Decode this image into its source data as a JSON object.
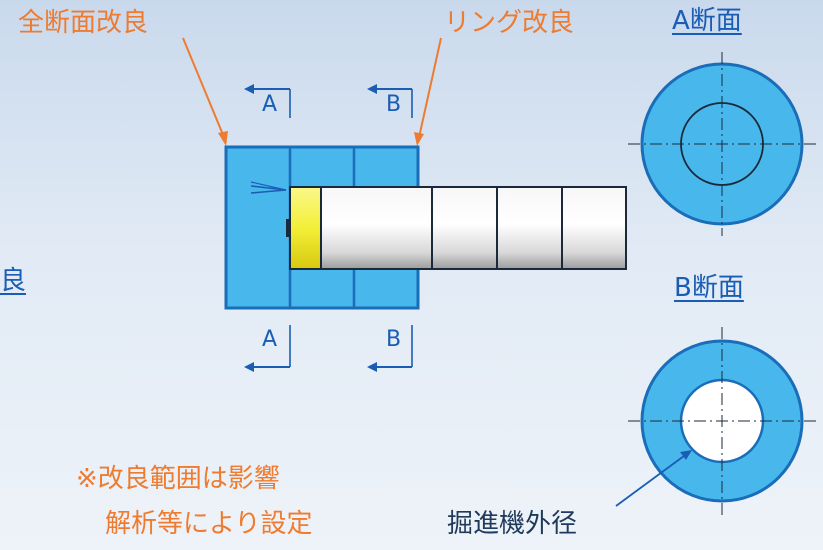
{
  "labels": {
    "full_section": "全断面改良",
    "ring": "リング改良",
    "section_a_title": "A断面",
    "section_b_title": "B断面",
    "left_partial": "良",
    "marker_a": "A",
    "marker_b": "B",
    "note_line1": "※改良範囲は影響",
    "note_line2": "解析等により設定",
    "machine_outer_diameter": "掘進機外径"
  },
  "colors": {
    "improvement_fill": "#48b8ec",
    "improvement_stroke": "#1a6db8",
    "machine_head": "#f3ef38",
    "leader_orange": "#ee7b2f",
    "label_blue": "#1a5db4",
    "ink": "#1b2a3a"
  },
  "icons": {
    "cut_arrow": "arrow-left-icon",
    "machine_arrow": "arrow-right-icon"
  }
}
